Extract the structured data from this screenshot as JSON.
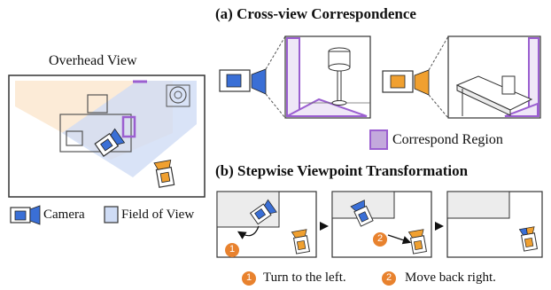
{
  "overhead": {
    "title": "Overhead View"
  },
  "section_a": {
    "title": "(a)   Cross-view Correspondence"
  },
  "section_b": {
    "title": "(b)   Stepwise Viewpoint Transformation"
  },
  "legend": {
    "camera": "Camera",
    "field_of_view": "Field of View",
    "correspond_region": "Correspond Region"
  },
  "steps": [
    {
      "number": "1",
      "text": "Turn to the left."
    },
    {
      "number": "2",
      "text": "Move back right."
    }
  ],
  "colors": {
    "blue_camera": "#3a6fd6",
    "orange_camera": "#f0a030",
    "purple_region": "#9b5fd0",
    "region_fill": "#c3a9dc",
    "fov_blue": "#cfdcf5",
    "fov_orange": "#fbe7d0",
    "step_badge": "#e8822e"
  }
}
